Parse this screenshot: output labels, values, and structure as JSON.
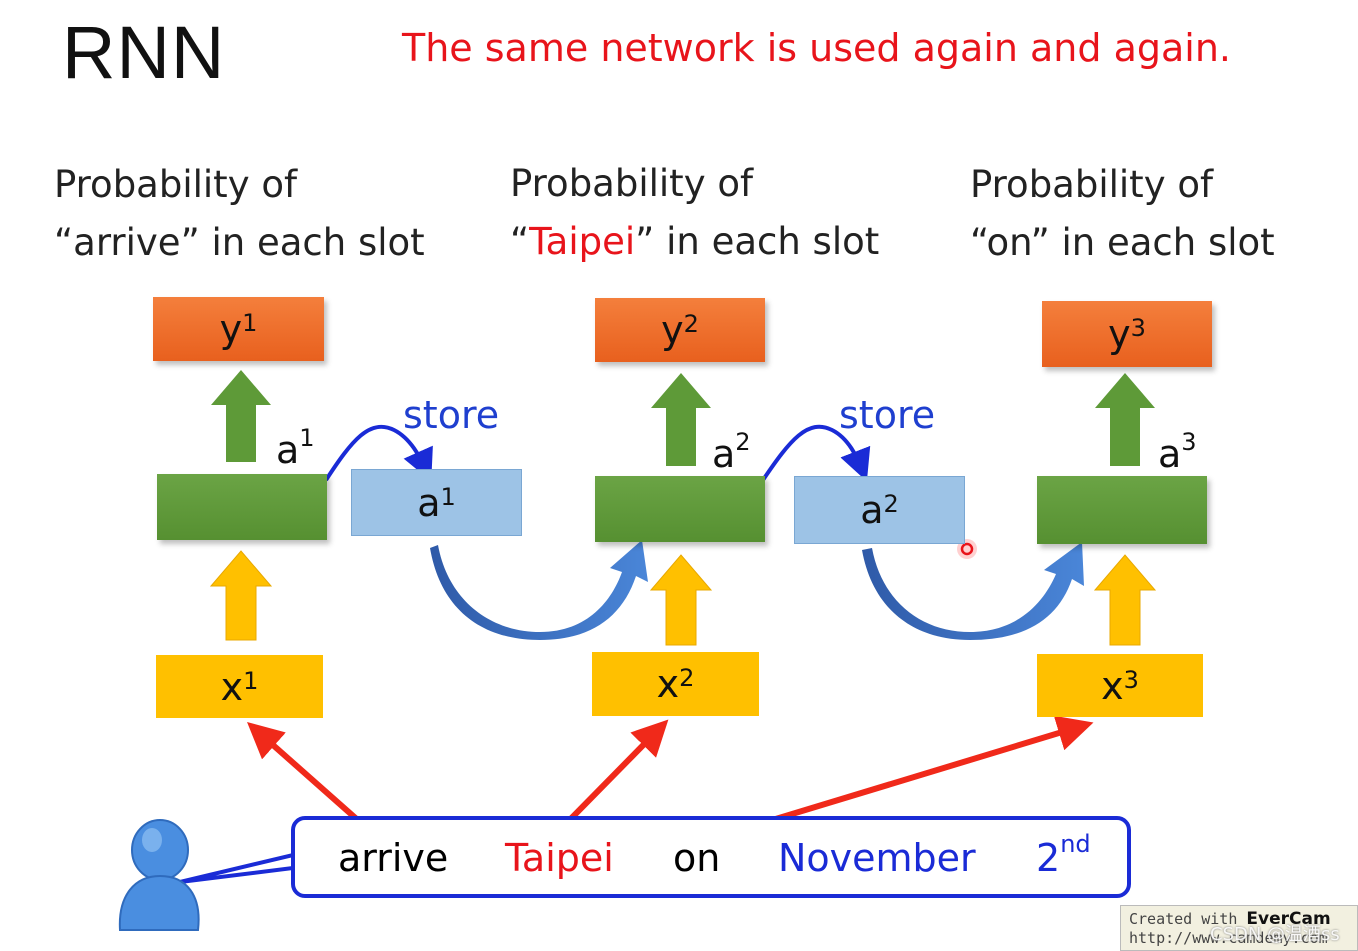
{
  "header": {
    "title": "RNN",
    "subtitle": "The same network is used again and again."
  },
  "probabilities": [
    {
      "line1": "Probability of",
      "open_quote": "“",
      "word": "arrive",
      "close_quote": "”",
      "rest": " in each slot",
      "word_color": "#222222"
    },
    {
      "line1": "Probability of",
      "open_quote": "“",
      "word": "Taipei",
      "close_quote": "”",
      "rest": " in each slot",
      "word_color": "#e8141b"
    },
    {
      "line1": "Probability of",
      "open_quote": "“",
      "word": "on",
      "close_quote": "”",
      "rest": " in each slot",
      "word_color": "#222222"
    }
  ],
  "steps": [
    {
      "y": {
        "base": "y",
        "sup": "1"
      },
      "x": {
        "base": "x",
        "sup": "1"
      },
      "a": {
        "base": "a",
        "sup": "1"
      }
    },
    {
      "y": {
        "base": "y",
        "sup": "2"
      },
      "x": {
        "base": "x",
        "sup": "2"
      },
      "a": {
        "base": "a",
        "sup": "2"
      }
    },
    {
      "y": {
        "base": "y",
        "sup": "3"
      },
      "x": {
        "base": "x",
        "sup": "3"
      },
      "a": {
        "base": "a",
        "sup": "3"
      }
    }
  ],
  "memory": [
    {
      "store_label": "store",
      "base": "a",
      "sup": "1"
    },
    {
      "store_label": "store",
      "base": "a",
      "sup": "2"
    }
  ],
  "sentence": {
    "words": [
      {
        "text": "arrive",
        "color": "#111111"
      },
      {
        "text": "Taipei",
        "color": "#e8141b"
      },
      {
        "text": "on",
        "color": "#111111"
      },
      {
        "text": "November",
        "color": "#1a2bd6"
      },
      {
        "text": "2",
        "sup": "nd",
        "color": "#1a2bd6"
      }
    ]
  },
  "watermark": {
    "line1_prefix": "Created with ",
    "line1_brand": "EverCam",
    "line2": "http://www.camdemy.com",
    "csdn": "CSDN @温酒ss"
  },
  "colors": {
    "output": "#f0702a",
    "hidden": "#5e9a38",
    "input": "#ffc000",
    "memory": "#9dc3e6",
    "up_arrow_green": "#5e9a38",
    "up_arrow_yellow": "#ffc000",
    "feedback_arrow": "#3d6fc7",
    "store_arrow": "#1a2bd6",
    "input_arrow": "#f0291a",
    "sentence_border": "#1a2bd6"
  }
}
